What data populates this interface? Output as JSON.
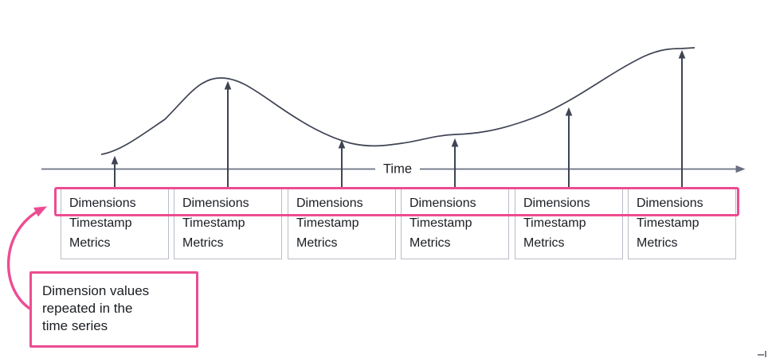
{
  "colors": {
    "accent_pink": "#ec4c92",
    "stroke_dark": "#3e4452",
    "axis_gray": "#6a7080",
    "box_border": "#b9bdc7",
    "text_color": "#1a1d23",
    "bg": "#ffffff"
  },
  "axis": {
    "label": "Time"
  },
  "boxes": [
    {
      "fields": [
        "Dimensions",
        "Timestamp",
        "Metrics"
      ]
    },
    {
      "fields": [
        "Dimensions",
        "Timestamp",
        "Metrics"
      ]
    },
    {
      "fields": [
        "Dimensions",
        "Timestamp",
        "Metrics"
      ]
    },
    {
      "fields": [
        "Dimensions",
        "Timestamp",
        "Metrics"
      ]
    },
    {
      "fields": [
        "Dimensions",
        "Timestamp",
        "Metrics"
      ]
    },
    {
      "fields": [
        "Dimensions",
        "Timestamp",
        "Metrics"
      ]
    }
  ],
  "annotation": {
    "text": "Dimension values repeated in the time series",
    "lines": [
      "Dimension values",
      "repeated in the",
      "time series"
    ]
  }
}
